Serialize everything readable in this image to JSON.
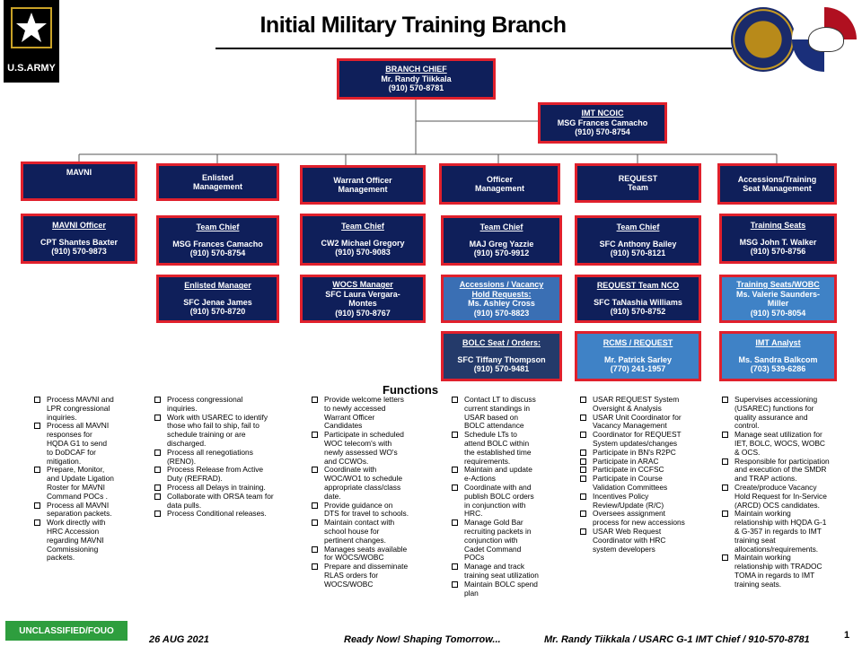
{
  "header": {
    "logo_text": "U.S.ARMY",
    "title": "Initial Military Training Branch"
  },
  "colors": {
    "navy_box": "#0f1f5a",
    "box_border": "#e0202c",
    "light_box": "#3f82c6",
    "classification": "#2e9e3e"
  },
  "chief": {
    "title": "BRANCH CHIEF",
    "name": "Mr. Randy Tiikkala",
    "phone": "(910) 570-8781"
  },
  "ncoic": {
    "title": "IMT NCOIC",
    "name": "MSG Frances Camacho",
    "phone": "(910) 570-8754"
  },
  "sections": {
    "mavni": "MAVNI",
    "enlisted": [
      "Enlisted",
      "Management"
    ],
    "warrant": [
      "Warrant Officer",
      "Management"
    ],
    "officer": [
      "Officer",
      "Management"
    ],
    "request": [
      "REQUEST",
      "Team"
    ],
    "accessions": [
      "Accessions/Training",
      "Seat Management"
    ]
  },
  "people": {
    "mavni_officer": {
      "title": "MAVNI Officer",
      "name": "CPT Shantes Baxter",
      "phone": "(910) 570-9873"
    },
    "enlisted_chief": {
      "title": "Team Chief",
      "name": "MSG Frances Camacho",
      "phone": "(910) 570-8754"
    },
    "warrant_chief": {
      "title": "Team Chief",
      "name": "CW2 Michael Gregory",
      "phone": "(910) 570-9083"
    },
    "officer_chief": {
      "title": "Team Chief",
      "name": "MAJ Greg Yazzie",
      "phone": "(910) 570-9912"
    },
    "request_chief": {
      "title": "Team Chief",
      "name": "SFC Anthony Bailey",
      "phone": "(910) 570-8121"
    },
    "training_seats": {
      "title": "Training Seats",
      "name": "MSG John T. Walker",
      "phone": "(910) 570-8756"
    },
    "enlisted_manager": {
      "title": "Enlisted Manager",
      "name": "SFC Jenae James",
      "phone": "(910) 570-8720"
    },
    "wocs_manager": {
      "title": "WOCS Manager",
      "name1": "SFC Laura Vergara-",
      "name2": "Montes",
      "phone": "(910) 570-8767"
    },
    "accessions_vacancy": {
      "title1": "Accessions / Vacancy",
      "title2": "Hold Requests:",
      "name": "Ms. Ashley Cross",
      "phone": "(910) 570-8823"
    },
    "request_nco": {
      "title": "REQUEST Team NCO",
      "name": "SFC TaNashia Williams",
      "phone": "(910) 570-8752"
    },
    "seats_wobc": {
      "title": "Training Seats/WOBC",
      "name1": "Ms. Valerie Saunders-",
      "name2": "Miller",
      "phone": "(910) 570-8054"
    },
    "bolc_seat": {
      "title": "BOLC Seat / Orders:",
      "name": "SFC Tiffany Thompson",
      "phone": "(910) 570-9481"
    },
    "rcms_request": {
      "title": "RCMS / REQUEST",
      "name": "Mr. Patrick Sarley",
      "phone": "(770) 241-1957"
    },
    "imt_analyst": {
      "title": "IMT Analyst",
      "name": "Ms. Sandra Balkcom",
      "phone": "(703) 539-6286"
    }
  },
  "functions": {
    "heading": "Functions",
    "mavni": [
      [
        "Process MAVNI and",
        "LPR congressional",
        "inquiries."
      ],
      [
        "Process all MAVNI",
        "responses for",
        "HQDA G1 to send",
        "to DoDCAF for",
        "mitigation."
      ],
      [
        "Prepare, Monitor,",
        "and Update Ligation",
        "Roster for MAVNI",
        "Command POCs ."
      ],
      [
        "Process all MAVNI",
        "separation packets."
      ],
      [
        "Work directly with",
        "HRC Accession",
        "regarding MAVNI",
        "Commissioning",
        "packets."
      ]
    ],
    "enlisted": [
      [
        "Process congressional",
        "inquiries."
      ],
      [
        "Work with USAREC to identify",
        "those who  fail to ship, fail to",
        "schedule training or are",
        "discharged."
      ],
      [
        "Process all renegotiations",
        "(RENO)."
      ],
      [
        "Process Release from Active",
        "Duty (REFRAD)."
      ],
      [
        "Process all Delays in training."
      ],
      [
        "Collaborate with ORSA team for",
        "data pulls."
      ],
      [
        "Process Conditional releases."
      ]
    ],
    "warrant": [
      [
        "Provide welcome letters",
        "to newly accessed",
        "Warrant Officer",
        "Candidates"
      ],
      [
        "Participate in scheduled",
        "WOC telecom's with",
        "newly assessed WO's",
        "and CCWOs."
      ],
      [
        "Coordinate with",
        "WOC/WO1 to schedule",
        "appropriate class/class",
        "date."
      ],
      [
        "Provide guidance on",
        "DTS for travel to schools."
      ],
      [
        "Maintain contact with",
        "school house for",
        "pertinent changes."
      ],
      [
        "Manages seats available",
        "for WOCS/WOBC"
      ],
      [
        "Prepare and disseminate",
        "RLAS orders for",
        "WOCS/WOBC"
      ]
    ],
    "officer": [
      [
        "Contact LT to discuss",
        "current standings in",
        "USAR based on",
        "BOLC attendance"
      ],
      [
        "Schedule LTs to",
        "attend BOLC within",
        "the established time",
        "requirements."
      ],
      [
        "Maintain and update",
        "e-Actions"
      ],
      [
        "Coordinate with and",
        "publish BOLC orders",
        "in conjunction with",
        "HRC."
      ],
      [
        "Manage Gold Bar",
        "recruiting packets in",
        "conjunction with",
        "Cadet Command",
        "POCs"
      ],
      [
        "Manage and track",
        "training seat utilization"
      ],
      [
        "Maintain BOLC spend",
        "plan"
      ]
    ],
    "request": [
      [
        "USAR REQUEST System",
        "Oversight & Analysis"
      ],
      [
        "USAR Unit Coordinator  for",
        "Vacancy Management"
      ],
      [
        "Coordinator for REQUEST",
        "System updates/changes"
      ],
      [
        "Participate in BN's R2PC"
      ],
      [
        "Participate in ARAC"
      ],
      [
        "Participate in CCFSC"
      ],
      [
        "Participate in Course",
        "Validation Committees"
      ],
      [
        "Incentives Policy",
        "Review/Update (R/C)"
      ],
      [
        " Oversees assignment",
        "process for new accessions"
      ],
      [
        "USAR Web Request",
        "Coordinator with HRC",
        "system developers"
      ]
    ],
    "accessions": [
      [
        "Supervises accessioning",
        "(USAREC) functions for",
        "quality assurance and",
        "control."
      ],
      [
        "Manage seat utilization for",
        "IET, BOLC, WOCS, WOBC",
        "& OCS."
      ],
      [
        "Responsible for participation",
        "and execution of the SMDR",
        "and TRAP actions."
      ],
      [
        "Create/produce Vacancy",
        "Hold Request for In-Service",
        "(ARCD) OCS candidates."
      ],
      [
        "Maintain working",
        "relationship with HQDA G-1",
        "& G-357 in regards to IMT",
        "training seat",
        "allocations/requirements."
      ],
      [
        "Maintain working",
        "relationship with TRADOC",
        "TOMA  in regards to IMT",
        "training seats."
      ]
    ]
  },
  "footer": {
    "classification": "UNCLASSIFIED/FOUO",
    "date": "26 AUG 2021",
    "motto": "Ready Now!  Shaping Tomorrow...",
    "contact": "Mr. Randy Tiikkala / USARC G-1 IMT Chief /  910-570-8781",
    "page": "1"
  }
}
